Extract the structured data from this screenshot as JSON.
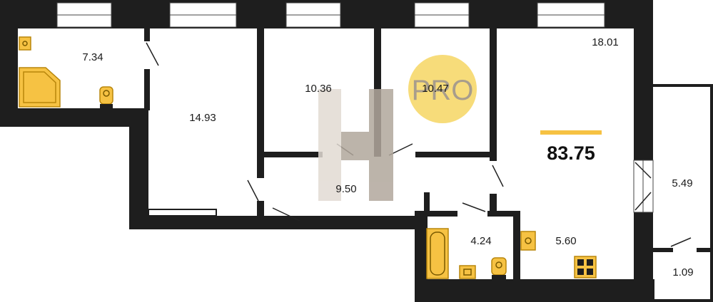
{
  "colors": {
    "wall": "#1e1e1e",
    "fixture_fill": "#f6c243",
    "fixture_stroke": "#b8860b",
    "badge_circle": "#f7dc7a",
    "badge_text": "#a89d8c",
    "total_bar": "#f6c243",
    "watermark_light": "#e2dbd3",
    "watermark_dark": "#b1a79c"
  },
  "rooms": {
    "bathroom_top": "7.34",
    "room_left": "14.93",
    "room_mid": "10.36",
    "room_right": "10.47",
    "room_big": "18.01",
    "hallway": "9.50",
    "bath_bottom": "4.24",
    "kitchen_bottom": "5.60",
    "balcony": "5.49",
    "storage": "1.09"
  },
  "total_area": "83.75",
  "badge": {
    "text": "PRO"
  },
  "icons": {
    "corner_tub": "corner-bathtub-icon",
    "sink": "sink-icon",
    "toilet": "toilet-icon",
    "bathtub": "bathtub-icon",
    "stove": "stove-icon",
    "watermark": "letter-h-watermark"
  }
}
